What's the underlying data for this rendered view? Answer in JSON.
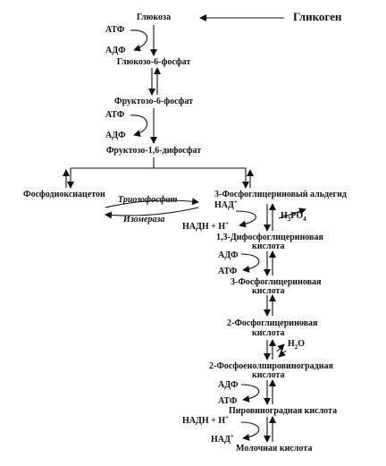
{
  "diagram": {
    "glycogen": "Гликоген",
    "main_chain": [
      "Глюкоза",
      "Глюкозо-6-фосфат",
      "Фруктозо-6-фосфат",
      "Фруктозо-1,6-дифосфат"
    ],
    "left_branch": {
      "product": "Фосфодиоксиацетон",
      "enzyme_line1": "Триозофосфат",
      "enzyme_line2": "Изомераза"
    },
    "right_chain": [
      "3-Фосфоглицериновый альдегид",
      "1,3-Дифосфоглицериновая",
      "кислота",
      "3-Фосфоглицериновая",
      "кислота",
      "2-Фосфоглицериновая",
      "кислота",
      "2-Фосфоенолпировиноградная",
      "кислота",
      "Пировиноградная кислота",
      "Молочная кислота"
    ],
    "cofactors": {
      "atp": "АТФ",
      "adp": "АДФ",
      "nad": "НАД",
      "nadh": "НАДН + Н",
      "plus": "+",
      "h3po4_h": "Н",
      "h3po4_3": "3",
      "h3po4_po": "РО",
      "h3po4_4": "4",
      "h2o_h": "Н",
      "h2o_2": "2",
      "h2o_o": "О"
    }
  }
}
